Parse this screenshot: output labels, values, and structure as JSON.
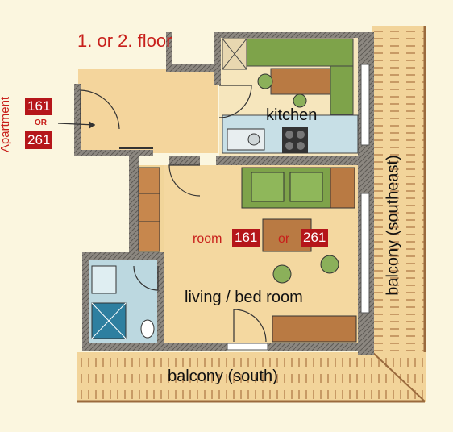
{
  "floor_label": "1. or 2. floor",
  "apartment": {
    "label": "Apartment",
    "number_a": "161",
    "or_label": "OR",
    "number_b": "261"
  },
  "rooms": {
    "kitchen": "kitchen",
    "living": "living / bed room",
    "balcony_south": "balcony (south)",
    "balcony_southeast": "balcony (southeast)"
  },
  "room_numbers": {
    "prefix": "room",
    "number_a": "161",
    "or_label": "or",
    "number_b": "261"
  },
  "colors": {
    "paper": "#fbf6df",
    "wall": "#7a7670",
    "floor": "#f3d8a2",
    "balcony": "#f1d49a",
    "kitchen_green": "#7ea34a",
    "wood": "#b97a43",
    "tile": "#b9d6df",
    "accent_red": "#b5161a"
  }
}
